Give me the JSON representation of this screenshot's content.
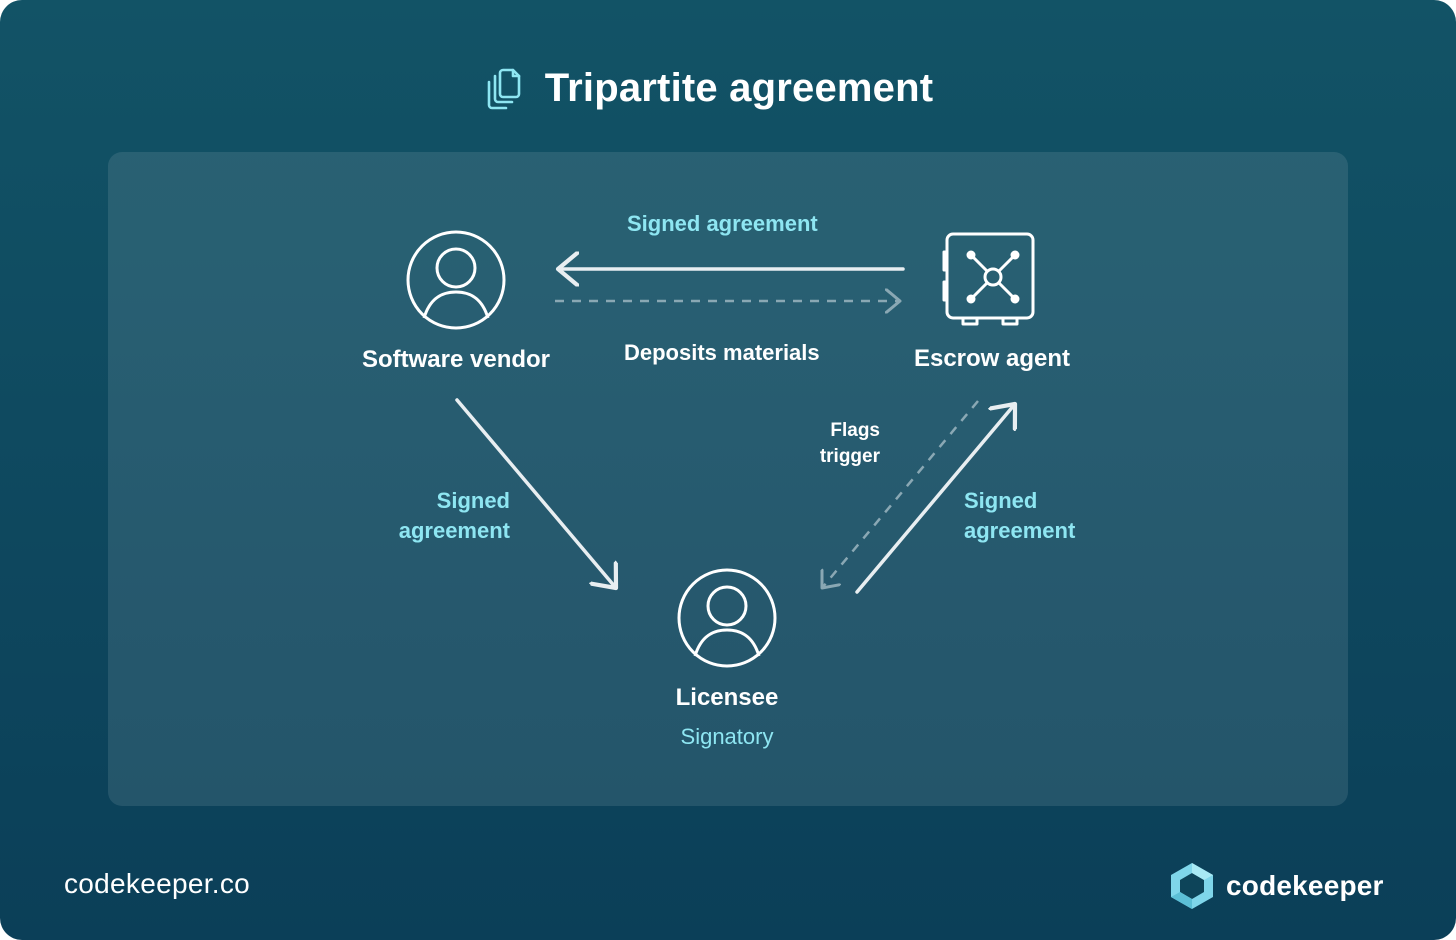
{
  "title": "Tripartite agreement",
  "nodes": {
    "vendor": {
      "label": "Software vendor"
    },
    "escrow": {
      "label": "Escrow agent"
    },
    "licensee": {
      "label": "Licensee",
      "sublabel": "Signatory"
    }
  },
  "edges": {
    "escrow_to_vendor": {
      "label": "Signed agreement"
    },
    "vendor_to_escrow": {
      "label": "Deposits materials"
    },
    "vendor_to_licensee": {
      "label_line1": "Signed",
      "label_line2": "agreement"
    },
    "licensee_to_escrow": {
      "label_line1": "Signed",
      "label_line2": "agreement"
    },
    "escrow_to_licensee": {
      "label_line1": "Flags",
      "label_line2": "trigger"
    }
  },
  "footer": {
    "url": "codekeeper.co",
    "brand": "codekeeper"
  },
  "colors": {
    "background": "#0f4a60",
    "accent": "#8ee6f2",
    "text": "#ffffff",
    "dashed_arrow": "#8aa8b4"
  },
  "icons": {
    "title": "documents-icon",
    "vendor": "user-icon",
    "escrow": "safe-icon",
    "licensee": "user-icon",
    "brand": "codekeeper-logo-icon"
  }
}
